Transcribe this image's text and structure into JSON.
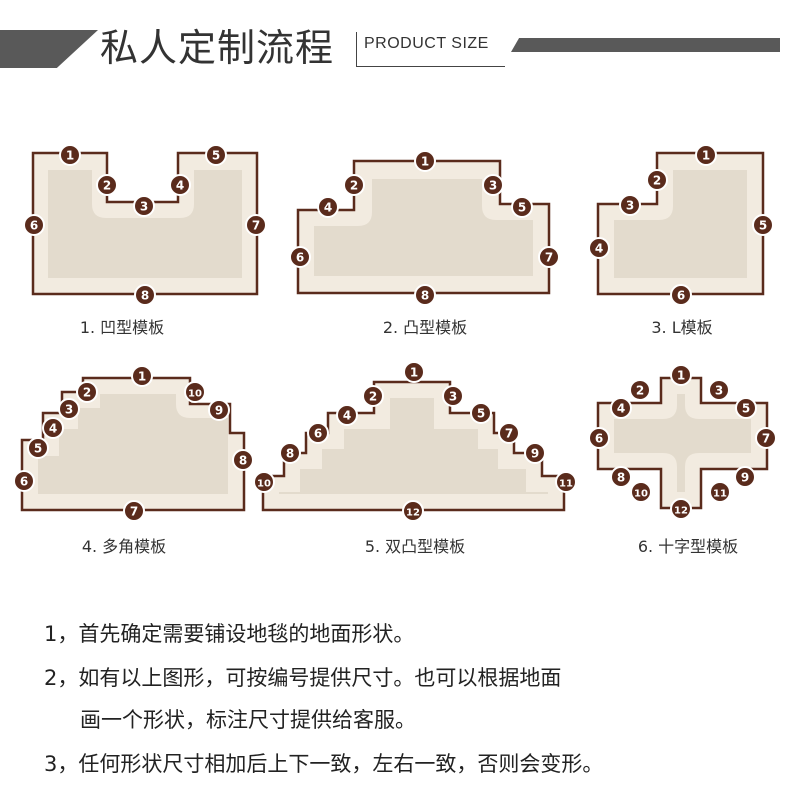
{
  "header": {
    "title": "私人定制流程",
    "subtitle": "PRODUCT SIZE"
  },
  "colors": {
    "outline": "#5a2b1c",
    "border_fill": "#f2ebe0",
    "inner_fill": "#e3dbcd",
    "badge": "#5a2b1c",
    "header_bar": "#595959"
  },
  "templates": [
    {
      "caption": "1. 凹型模板",
      "badges": [
        "1",
        "2",
        "3",
        "4",
        "5",
        "6",
        "7",
        "8"
      ]
    },
    {
      "caption": "2. 凸型模板",
      "badges": [
        "1",
        "2",
        "3",
        "4",
        "5",
        "6",
        "7",
        "8"
      ]
    },
    {
      "caption": "3. L模板",
      "badges": [
        "1",
        "2",
        "3",
        "4",
        "5",
        "6"
      ]
    },
    {
      "caption": "4. 多角模板",
      "badges": [
        "1",
        "2",
        "3",
        "4",
        "5",
        "6",
        "7",
        "8",
        "9",
        "10"
      ]
    },
    {
      "caption": "5. 双凸型模板",
      "badges": [
        "1",
        "2",
        "3",
        "4",
        "5",
        "6",
        "7",
        "8",
        "9",
        "10",
        "11",
        "12"
      ]
    },
    {
      "caption": "6. 十字型模板",
      "badges": [
        "1",
        "2",
        "3",
        "4",
        "5",
        "6",
        "7",
        "8",
        "9",
        "10",
        "11",
        "12"
      ]
    }
  ],
  "notes": [
    "1，首先确定需要铺设地毯的地面形状。",
    "2，如有以上图形，可按编号提供尺寸。也可以根据地面",
    "画一个形状，标注尺寸提供给客服。",
    "3，任何形状尺寸相加后上下一致，左右一致，否则会变形。"
  ]
}
